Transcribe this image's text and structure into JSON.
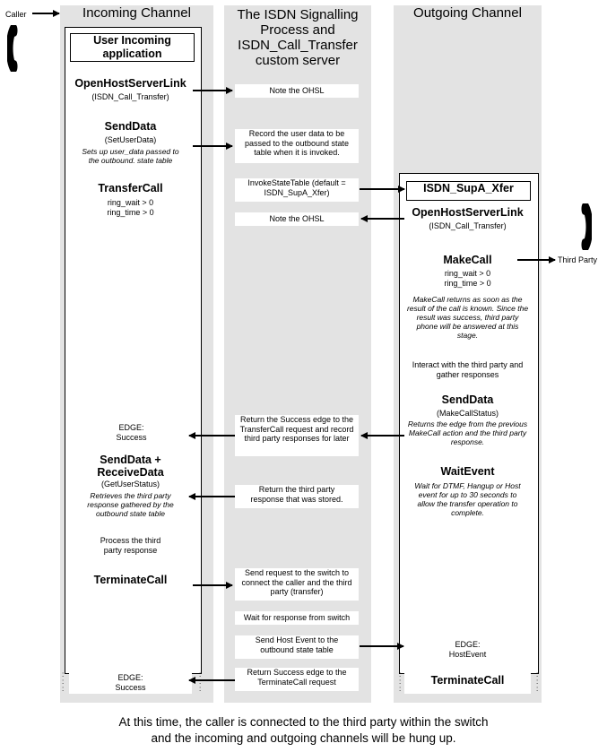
{
  "columns": {
    "incoming": "Incoming Channel",
    "isdn": "The ISDN Signalling Process and ISDN_Call_Transfer custom server",
    "outgoing": "Outgoing Channel"
  },
  "labels": {
    "caller": "Caller",
    "third_party": "Third Party"
  },
  "incoming": {
    "app_title": "User Incoming application",
    "ohsl_title": "OpenHostServerLink",
    "ohsl_sub": "(ISDN_Call_Transfer)",
    "senddata_title": "SendData",
    "senddata_sub": "(SetUserData)",
    "senddata_desc": "Sets up user_data passed to the outbound. state table",
    "transfer_title": "TransferCall",
    "transfer_p1": "ring_wait > 0",
    "transfer_p2": "ring_time > 0",
    "edge1": "EDGE: Success",
    "sdrd_title": "SendData + ReceiveData",
    "sdrd_sub": "(GetUserStatus)",
    "sdrd_desc": "Retrieves the third party response gathered by the outbound state table",
    "process": "Process the third party response",
    "terminate_title": "TerminateCall",
    "edge2": "EDGE: Success"
  },
  "isdn": {
    "s1": "Note the OHSL",
    "s2": "Record the user data to be passed to the outbound state table when it is invoked.",
    "s3": "InvokeStateTable (default = ISDN_SupA_Xfer)",
    "s4": "Note the OHSL",
    "s5": "Return the Success edge to the TransferCall request and record third party responses for later",
    "s6": "Return the third party response that was stored.",
    "s7": "Send request to the switch to connect the caller and the third party (transfer)",
    "s8": "Wait for response from switch",
    "s9": "Send Host Event to the outbound state table",
    "s10": "Return Success edge to the TerminateCall request"
  },
  "outgoing": {
    "xfer_title": "ISDN_SupA_Xfer",
    "ohsl_title": "OpenHostServerLink",
    "ohsl_sub": "(ISDN_Call_Transfer)",
    "makecall_title": "MakeCall",
    "makecall_p1": "ring_wait > 0",
    "makecall_p2": "ring_time > 0",
    "makecall_desc": "MakeCall returns as soon as the result of the call is known. Since the result was success, third party phone will be answered at this stage.",
    "interact": "Interact with the third party and gather responses",
    "senddata_title": "SendData",
    "senddata_sub": "(MakeCallStatus)",
    "senddata_desc": "Returns the edge from the previous MakeCall action and the third party response.",
    "wait_title": "WaitEvent",
    "wait_desc": "Wait for DTMF, Hangup or Host event for up to 30 seconds to allow the transfer operation to complete.",
    "edge": "EDGE: HostEvent",
    "terminate_title": "TerminateCall"
  },
  "footer": {
    "line1": "At this time, the caller is connected to the third party within the switch",
    "line2": "and the incoming and outgoing channels will be hung up."
  }
}
